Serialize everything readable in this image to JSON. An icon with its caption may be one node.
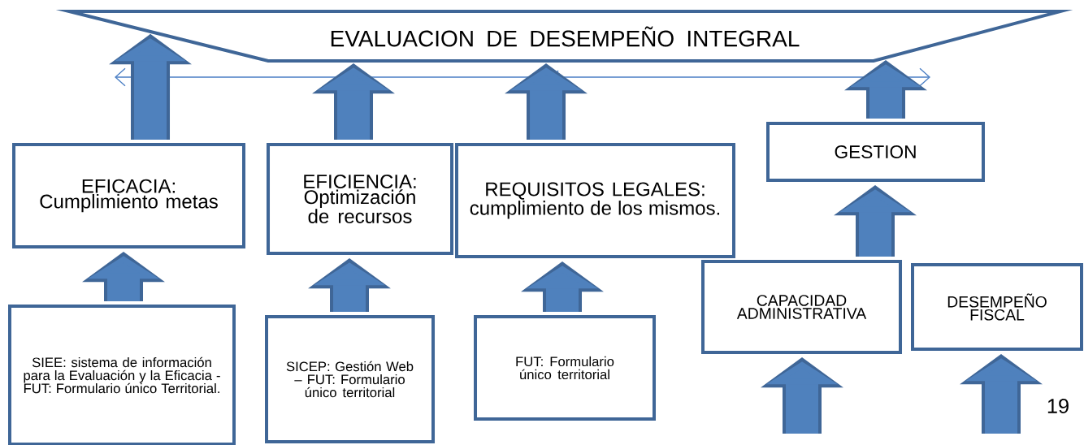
{
  "diagram": {
    "nodes": [
      {
        "text": [
          "EVALUACION DE DESEMPEÑO INTEGRAL"
        ]
      },
      {
        "text": [
          "EFICACIA: Cumplimiento metas"
        ]
      },
      {
        "text": [
          "EFICIENCIA: Optimización de recursos"
        ]
      },
      {
        "text": [
          "REQUISITOS LEGALES: cumplimiento de los mismos."
        ]
      },
      {
        "text": [
          "GESTION"
        ]
      },
      {
        "text": [
          "SIEE: sistema de información para la Evaluación y la Eficacia - FUT: Formulario único Territorial."
        ]
      },
      {
        "text": [
          "SICEP: Gestión Web – FUT: Formulario único territorial"
        ]
      },
      {
        "text": [
          "FUT: Formulario único territorial"
        ]
      },
      {
        "text": [
          "CAPACIDAD ADMINISTRATIVA"
        ]
      },
      {
        "text": [
          "DESEMPEÑO FISCAL"
        ]
      }
    ],
    "edges": [
      {
        "from": 5,
        "to": 1,
        "arrow": "to"
      },
      {
        "from": 6,
        "to": 2,
        "arrow": "to"
      },
      {
        "from": 7,
        "to": 3,
        "arrow": "to"
      },
      {
        "from": 8,
        "to": 4,
        "arrow": "to"
      },
      {
        "from": 1,
        "to": 0,
        "arrow": "to"
      },
      {
        "from": 2,
        "to": 0,
        "arrow": "to"
      },
      {
        "from": 3,
        "to": 0,
        "arrow": "to"
      },
      {
        "from": 4,
        "to": 0,
        "arrow": "to"
      },
      {
        "from": null,
        "to": 8,
        "arrow": "to"
      },
      {
        "from": null,
        "to": 9,
        "arrow": "to"
      }
    ],
    "labels": [
      "19"
    ]
  }
}
